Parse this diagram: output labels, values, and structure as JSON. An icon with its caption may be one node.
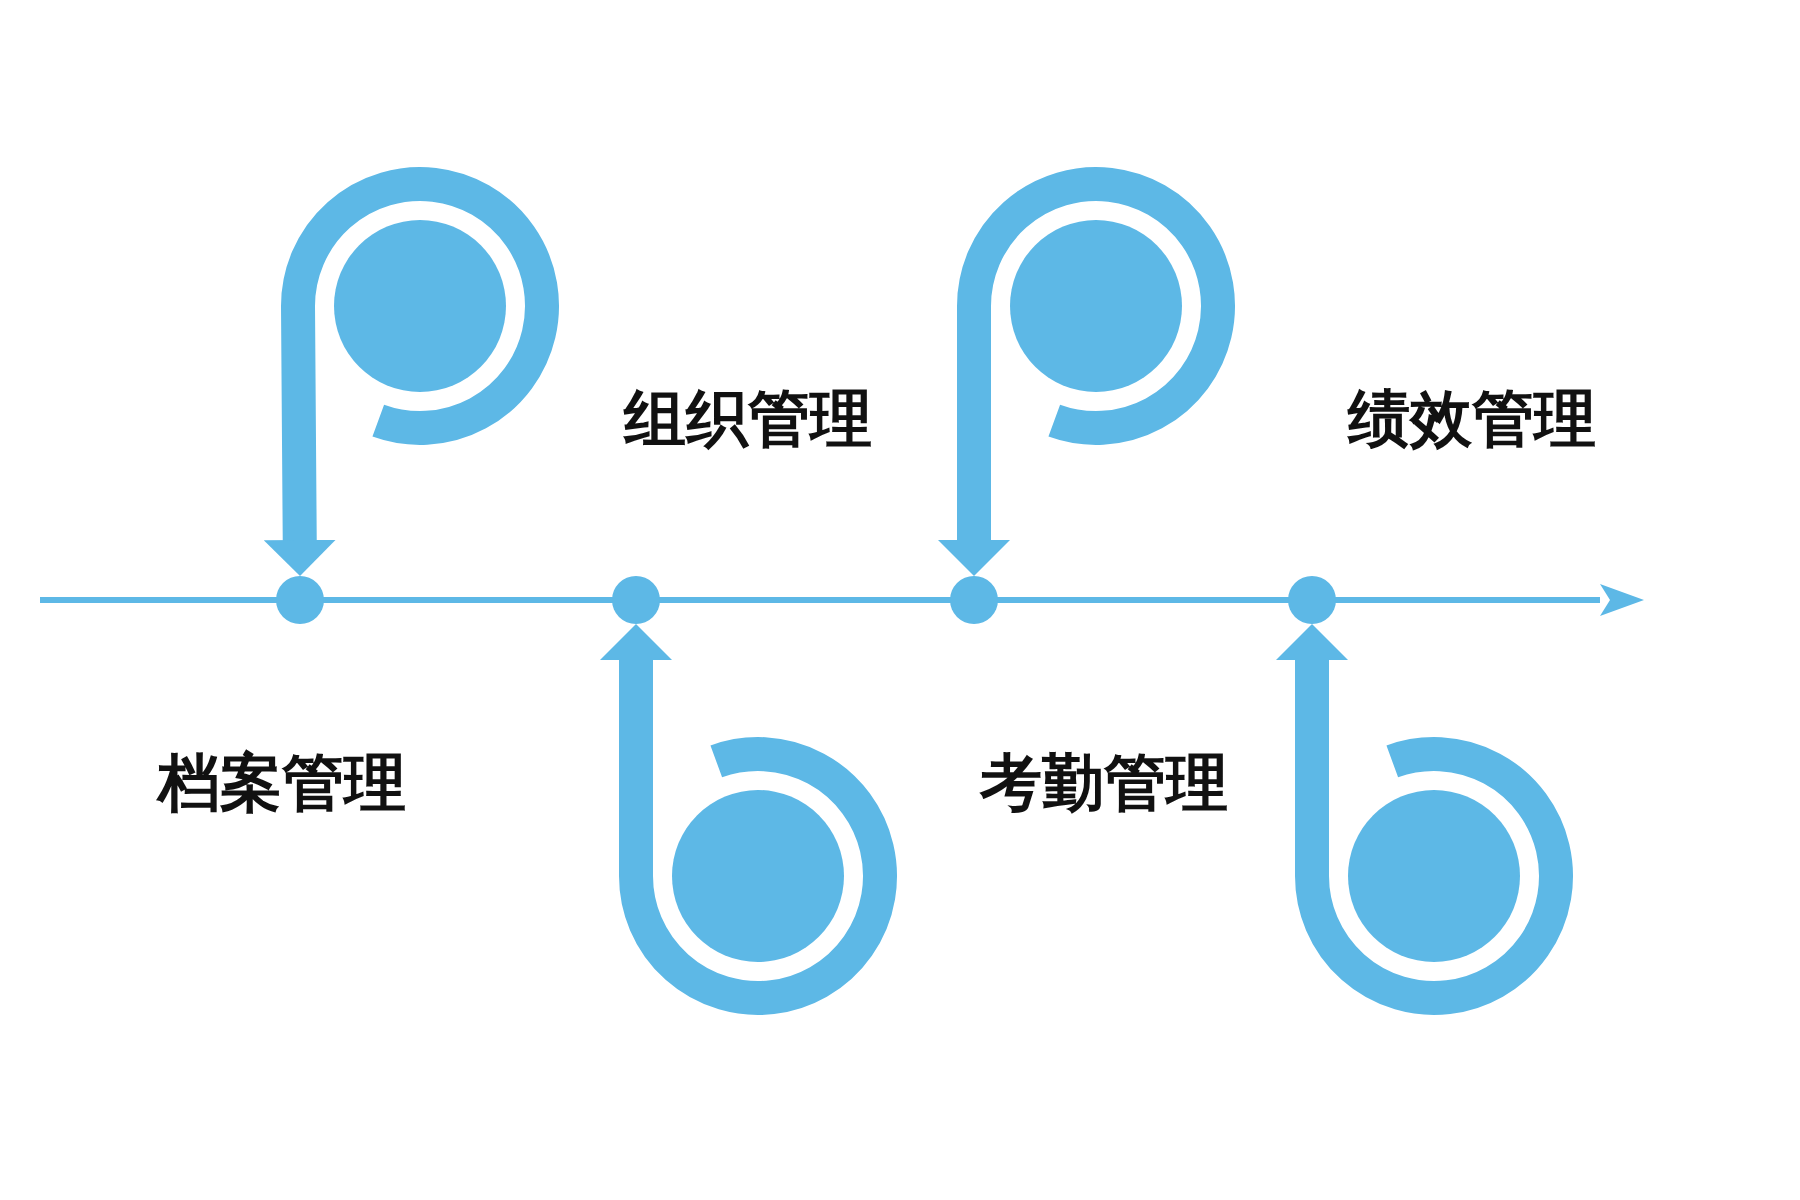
{
  "diagram": {
    "nodes": [
      {
        "text": [],
        "shape": "circle"
      },
      {
        "text": [],
        "shape": "circle"
      },
      {
        "text": [],
        "shape": "circle"
      },
      {
        "text": [],
        "shape": "circle"
      },
      {
        "text": [],
        "shape": "circle"
      },
      {
        "text": [],
        "shape": "circle"
      },
      {
        "text": [],
        "shape": "circle"
      },
      {
        "text": [],
        "shape": "circle"
      }
    ],
    "edges": [
      {
        "from": 4,
        "to": 0,
        "arrow": "to"
      },
      {
        "from": 5,
        "to": 1,
        "arrow": "to"
      },
      {
        "from": 6,
        "to": 2,
        "arrow": "to"
      },
      {
        "from": 7,
        "to": 3,
        "arrow": "to"
      }
    ],
    "labels": [
      "组织管理",
      "绩效管理",
      "档案管理",
      "考勤管理"
    ]
  }
}
